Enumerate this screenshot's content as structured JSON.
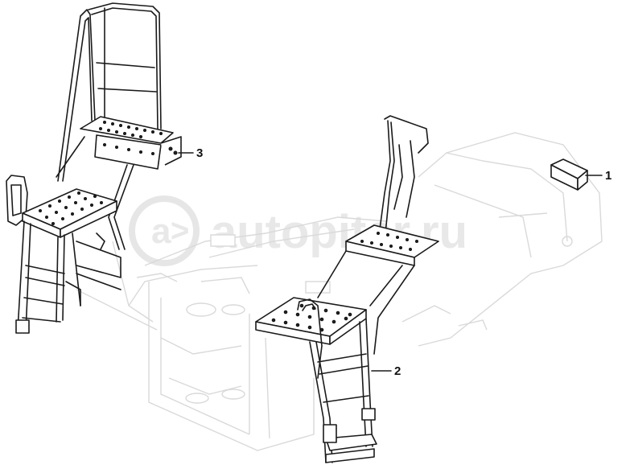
{
  "watermark": {
    "text": "autopiter.ru"
  },
  "callouts": [
    {
      "number": "1",
      "part": "plate-sign"
    },
    {
      "number": "2",
      "part": "right-ladder"
    },
    {
      "number": "3",
      "part": "left-ladder"
    }
  ],
  "colors": {
    "line": "#1a1a1a",
    "ghost": "#d9d9d9",
    "watermark": "#e8e8e8"
  }
}
